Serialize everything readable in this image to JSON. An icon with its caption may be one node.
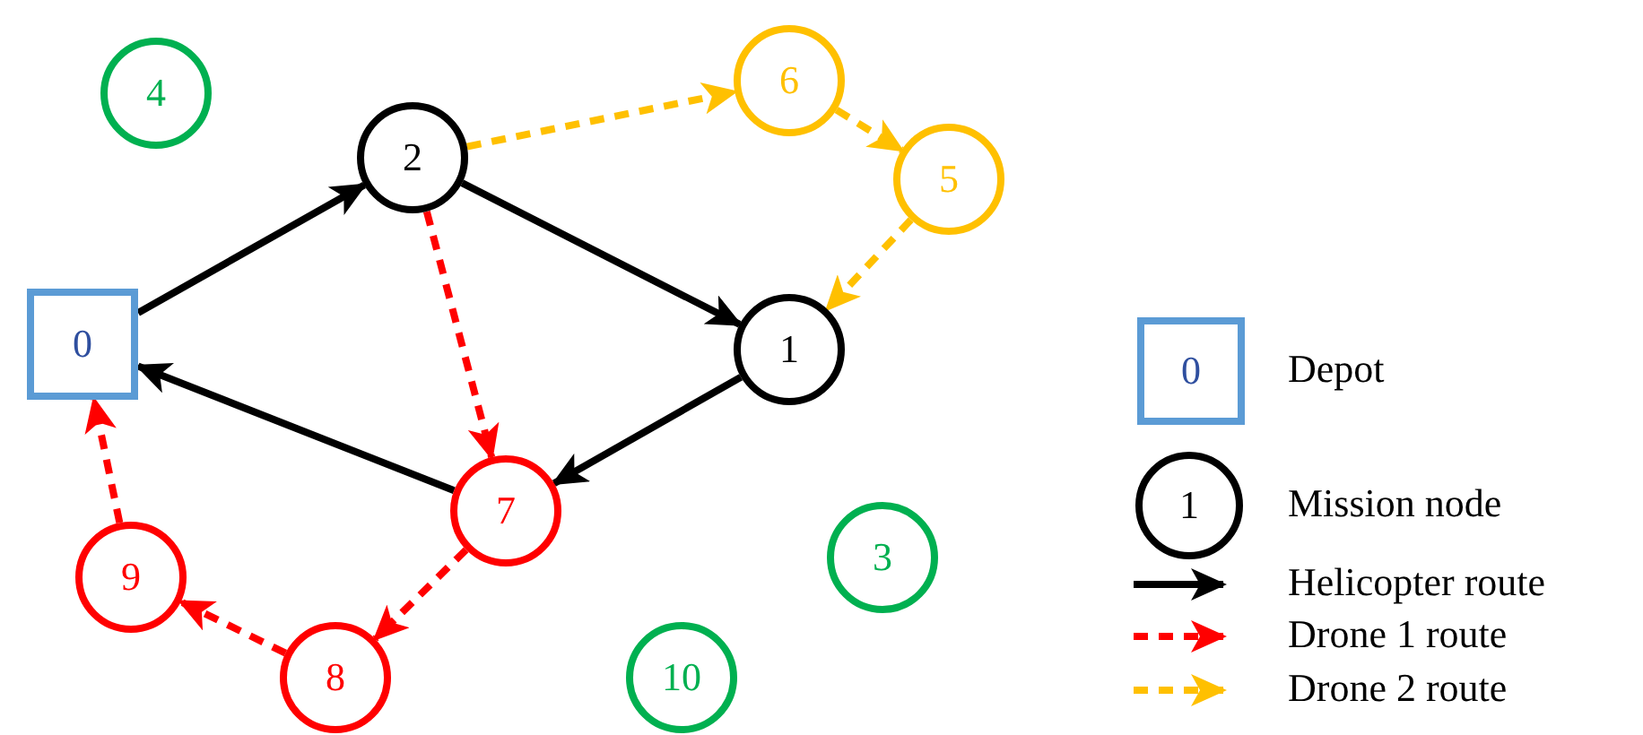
{
  "diagram": {
    "nodes": [
      {
        "text": [
          "4"
        ]
      },
      {
        "text": [
          "2"
        ]
      },
      {
        "text": [
          "6"
        ]
      },
      {
        "text": [
          "5"
        ]
      },
      {
        "text": [
          "0"
        ]
      },
      {
        "text": [
          "1"
        ]
      },
      {
        "text": [
          "7"
        ]
      },
      {
        "text": [
          "3"
        ]
      },
      {
        "text": [
          "9"
        ]
      },
      {
        "text": [
          "8"
        ]
      },
      {
        "text": [
          "10"
        ]
      }
    ],
    "edges": [
      {
        "from": 4,
        "to": 1,
        "arrow": "to"
      },
      {
        "from": 1,
        "to": 5,
        "arrow": "to"
      },
      {
        "from": 5,
        "to": 6,
        "arrow": "to"
      },
      {
        "from": 6,
        "to": 4,
        "arrow": "to"
      },
      {
        "from": 1,
        "to": 6,
        "arrow": "to",
        "style": "dashed",
        "color": "#ff0000"
      },
      {
        "from": 6,
        "to": 9,
        "arrow": "to",
        "style": "dashed",
        "color": "#ff0000"
      },
      {
        "from": 9,
        "to": 8,
        "arrow": "to",
        "style": "dashed",
        "color": "#ff0000"
      },
      {
        "from": 8,
        "to": 4,
        "arrow": "to",
        "style": "dashed",
        "color": "#ff0000"
      },
      {
        "from": 1,
        "to": 2,
        "arrow": "to",
        "style": "dashed",
        "color": "#ffc000"
      },
      {
        "from": 2,
        "to": 3,
        "arrow": "to",
        "style": "dashed",
        "color": "#ffc000"
      },
      {
        "from": 3,
        "to": 5,
        "arrow": "to",
        "style": "dashed",
        "color": "#ffc000"
      }
    ],
    "labels": [
      "0",
      "1"
    ],
    "legend": [
      {
        "text": "Depot"
      },
      {
        "text": "Mission node"
      },
      {
        "text": "Helicopter route"
      },
      {
        "text": "Drone 1 route"
      },
      {
        "text": "Drone 2 route"
      }
    ]
  }
}
